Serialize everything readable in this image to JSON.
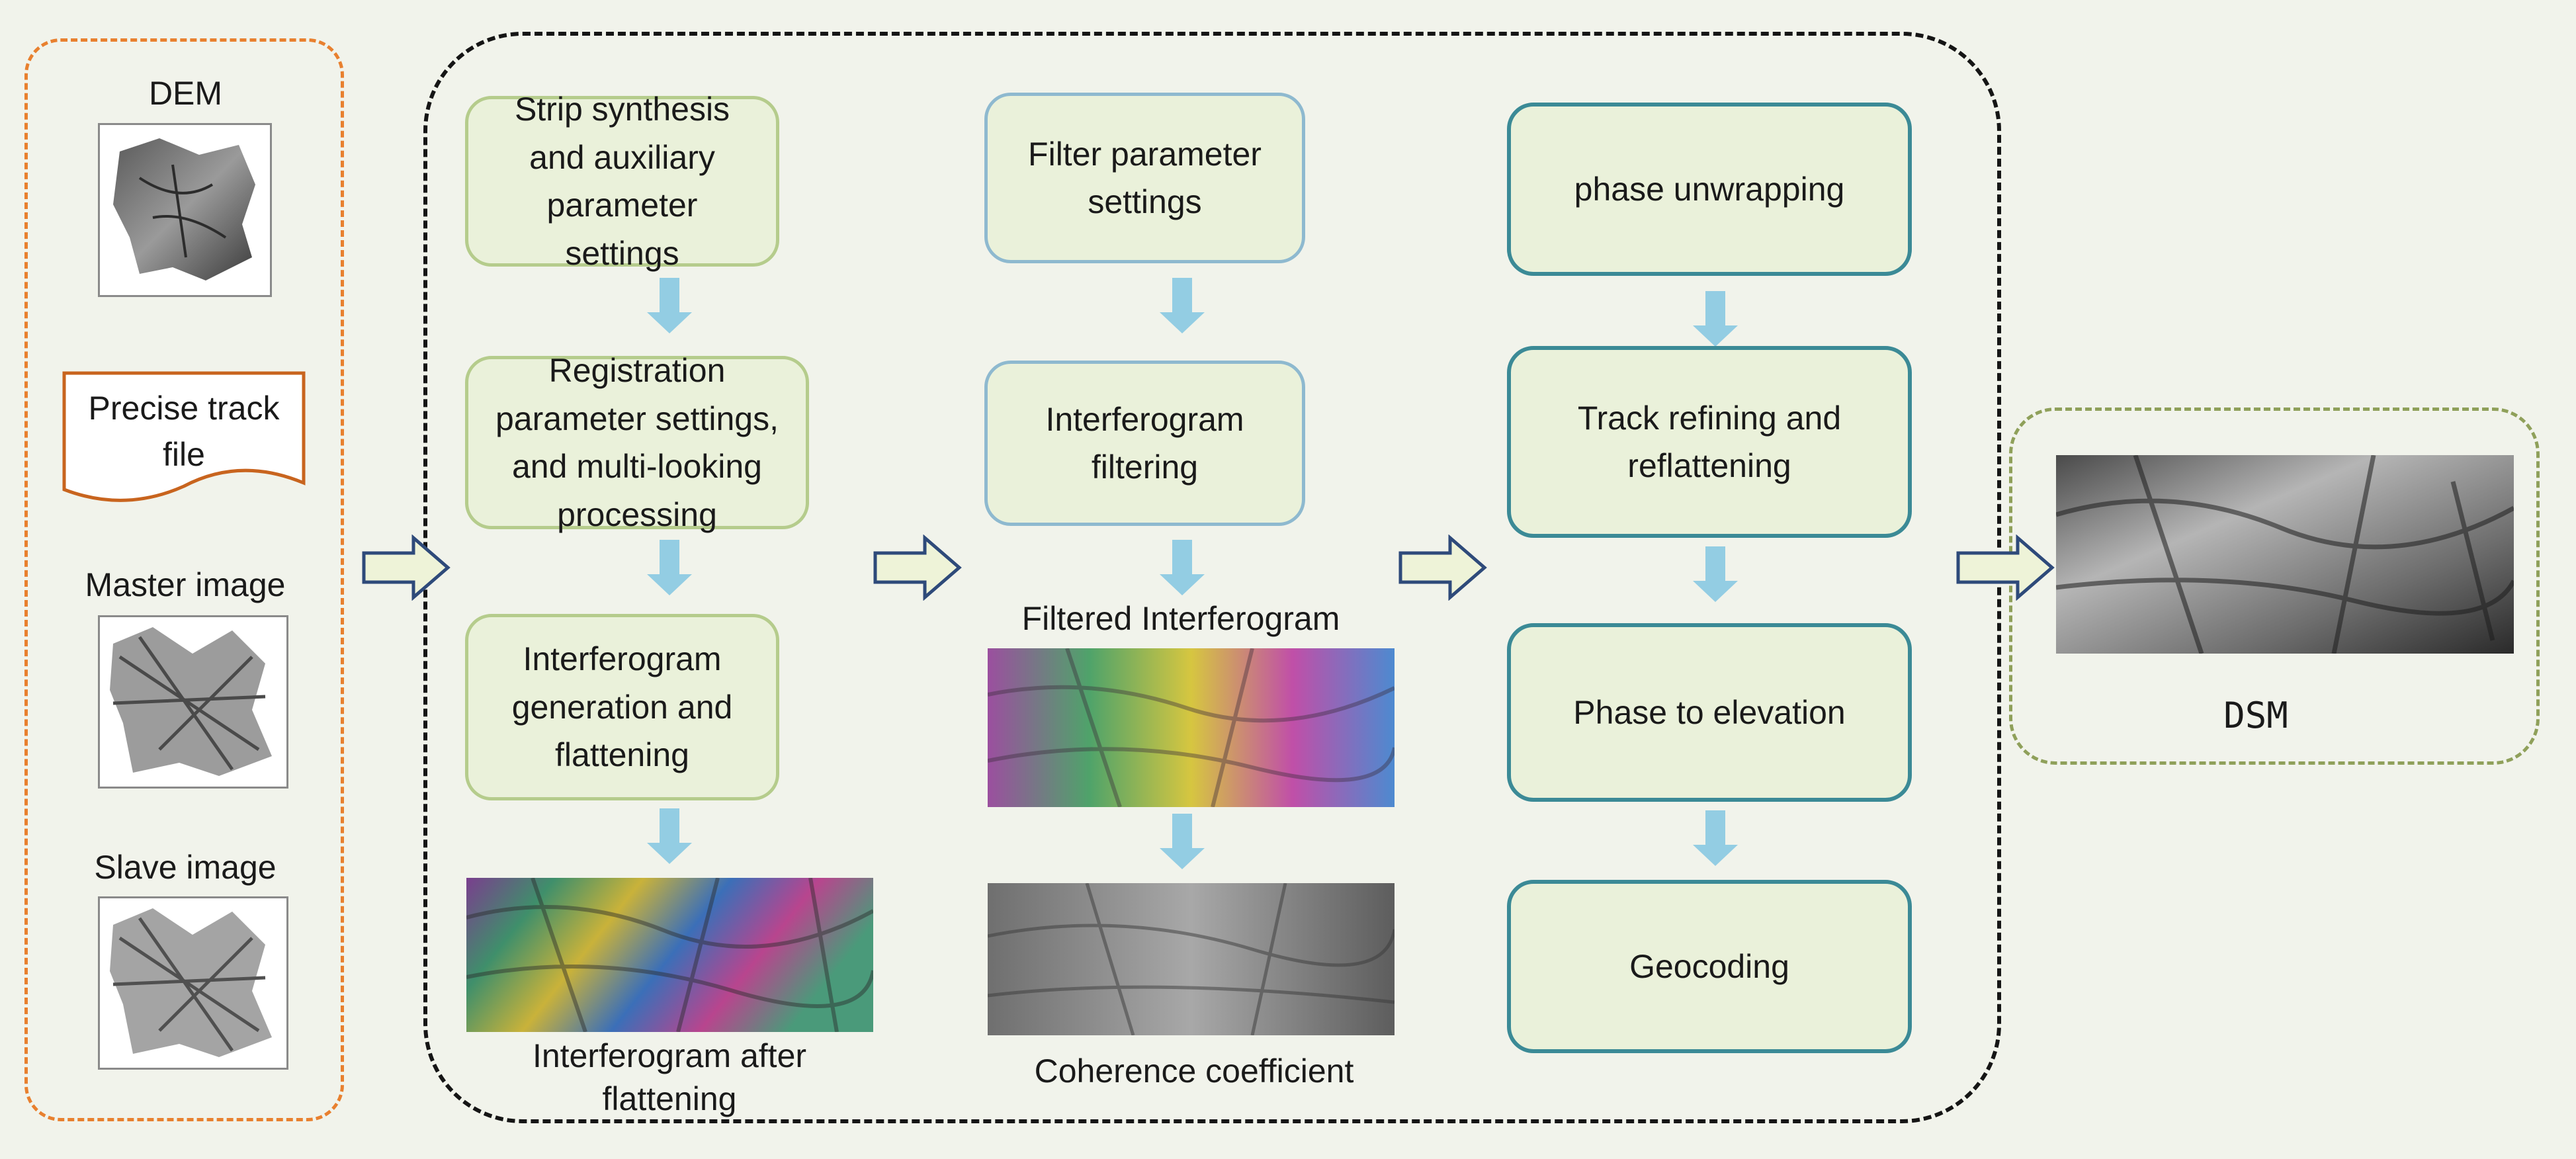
{
  "inputs": {
    "dem_label": "DEM",
    "track_label": "Precise track\nfile",
    "master_label": "Master image",
    "slave_label": "Slave image"
  },
  "column1": {
    "step1": "Strip synthesis and auxiliary parameter settings",
    "step2": "Registration parameter settings, and multi-looking processing",
    "step3": "Interferogram generation and flattening",
    "image_caption": "Interferogram after flattening"
  },
  "column2": {
    "step1": "Filter parameter settings",
    "step2": "Interferogram filtering",
    "image1_caption": "Filtered Interferogram",
    "image2_caption": "Coherence coefficient"
  },
  "column3": {
    "step1": "phase unwrapping",
    "step2": "Track refining and reflattening",
    "step3": "Phase to elevation",
    "step4": "Geocoding"
  },
  "output": {
    "label": "DSM"
  },
  "colors": {
    "input_frame": "#e8802f",
    "process_frame": "#151515",
    "output_frame": "#8fa05a",
    "arrow": "#93cde3",
    "box_fill": "#eaf1da"
  }
}
